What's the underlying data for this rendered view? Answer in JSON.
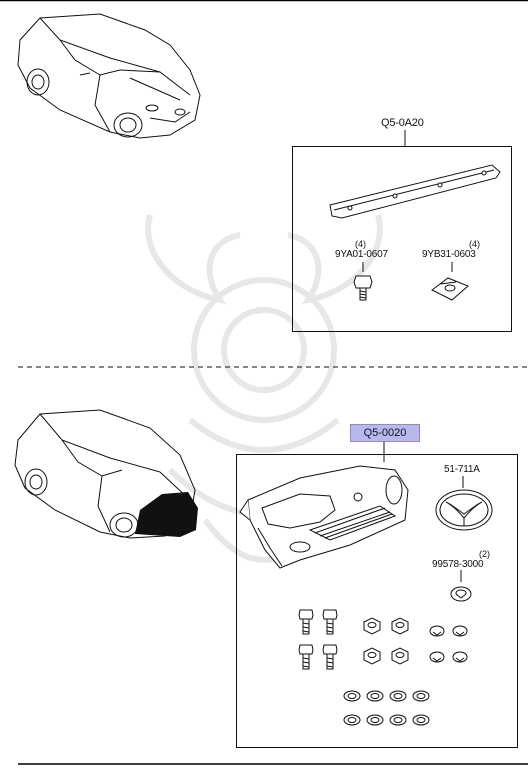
{
  "group_top": {
    "kit_number": "Q5-0A20",
    "parts": [
      {
        "number": "9YA01-0607",
        "qty": "(4)"
      },
      {
        "number": "9YB31-0603",
        "qty": "(4)"
      }
    ]
  },
  "group_bottom": {
    "kit_number": "Q5-0020",
    "kit_highlight_color": "#b8b8ee",
    "parts": [
      {
        "number": "51-711A",
        "qty": ""
      },
      {
        "number": "99578-3000",
        "qty": "(2)"
      }
    ]
  },
  "icons": [
    "car-icon",
    "rail-icon",
    "bolt-icon",
    "clip-nut-icon",
    "bumper-icon",
    "emblem-icon",
    "grommet-icon",
    "watermark-icon"
  ]
}
